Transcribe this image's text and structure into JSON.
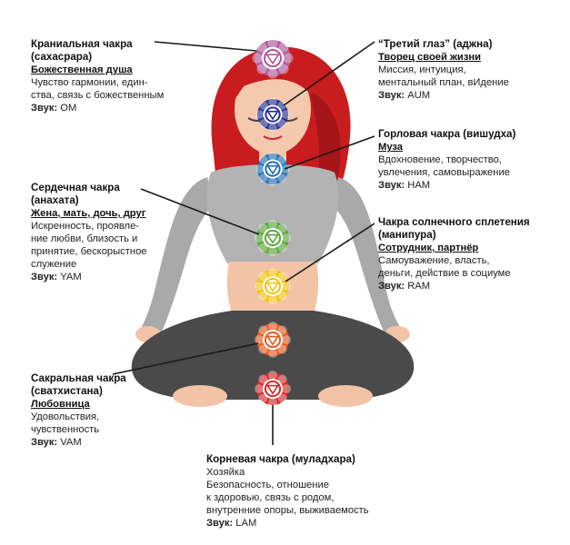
{
  "chakras": [
    {
      "id": "crown",
      "title": "Краниальная чакра",
      "subtitle": "(сахасрара)",
      "role": "Божественная душа",
      "desc": [
        "Чувство гармонии, един-",
        "ства, связь с божественным"
      ],
      "sound_label": "Звук:",
      "sound": "OM",
      "color": "#b0579b"
    },
    {
      "id": "third-eye",
      "title": "“Третий глаз” (аджна)",
      "subtitle": "",
      "role": "Творец своей жизни",
      "desc": [
        "Миссия, интуиция,",
        "ментальный план, вИдение"
      ],
      "sound_label": "Звук:",
      "sound": "AUM",
      "color": "#24318f"
    },
    {
      "id": "throat",
      "title": "Горловая чакра (вишудха)",
      "subtitle": "",
      "role": "Муза",
      "desc": [
        "Вдохновение, творчество,",
        "увлечения, самовыражение"
      ],
      "sound_label": "Звук:",
      "sound": "HAM",
      "color": "#1f6fb6"
    },
    {
      "id": "heart",
      "title": "Сердечная чакра",
      "subtitle": "(анахата)",
      "role": "Жена, мать, дочь, друг",
      "desc": [
        "Искренность, проявле-",
        "ние любви, близость и",
        "принятие, бескорыстное",
        "служение"
      ],
      "sound_label": "Звук:",
      "sound": "YAM",
      "color": "#5aa53a"
    },
    {
      "id": "solar",
      "title": "Чакра солнечного сплетения",
      "subtitle": "(манипура)",
      "role": "Сотрудник, партнёр",
      "desc": [
        "Самоуважение, власть,",
        "деньги, действие в социуме"
      ],
      "sound_label": "Звук:",
      "sound": "RAM",
      "color": "#f1c20d"
    },
    {
      "id": "sacral",
      "title": "Сакральная чакра",
      "subtitle": "(сватхистана)",
      "role": "Любовница",
      "desc": [
        "Удовольствия,",
        "чувственность"
      ],
      "sound_label": "Звук:",
      "sound": "VAM",
      "color": "#e85a1f"
    },
    {
      "id": "root",
      "title": "Корневая чакра (муладхара)",
      "subtitle": "",
      "role": "Хозяйка",
      "desc": [
        "Безопасность, отношение",
        "к здоровью, связь с родом,",
        "внутренние опоры, выживаемость"
      ],
      "sound_label": "Звук:",
      "sound": "LAM",
      "color": "#d4282c",
      "role_plain": true
    }
  ]
}
